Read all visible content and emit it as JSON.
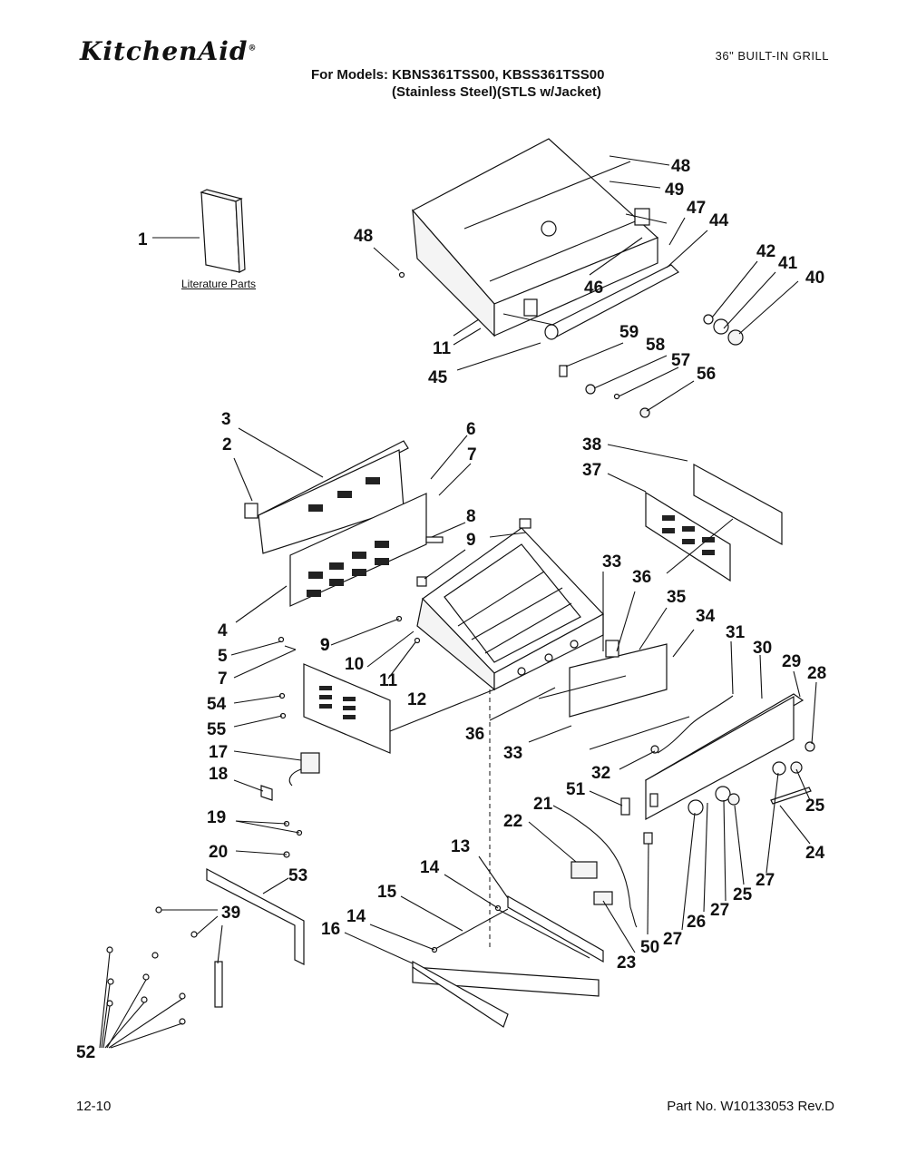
{
  "header": {
    "brand": "KitchenAid",
    "brand_mark": "®",
    "product": "36\" BUILT-IN GRILL",
    "models": "For Models: KBNS361TSS00, KBSS361TSS00",
    "finish": "(Stainless Steel)(STLS w/Jacket)"
  },
  "literature_label": "Literature Parts",
  "footer": {
    "date": "12-10",
    "part_number": "Part No. W10133053 Rev.D"
  },
  "callouts": [
    "1",
    "48",
    "49",
    "47",
    "44",
    "48",
    "42",
    "41",
    "40",
    "46",
    "11",
    "45",
    "59",
    "58",
    "57",
    "56",
    "3",
    "2",
    "6",
    "7",
    "38",
    "37",
    "8",
    "9",
    "33",
    "36",
    "35",
    "34",
    "9",
    "4",
    "31",
    "30",
    "29",
    "28",
    "5",
    "10",
    "9",
    "7",
    "11",
    "54",
    "12",
    "36",
    "33",
    "32",
    "55",
    "17",
    "51",
    "21",
    "18",
    "22",
    "25",
    "24",
    "19",
    "20",
    "13",
    "53",
    "14",
    "15",
    "39",
    "14",
    "16",
    "23",
    "50",
    "27",
    "26",
    "27",
    "25",
    "27",
    "52"
  ]
}
